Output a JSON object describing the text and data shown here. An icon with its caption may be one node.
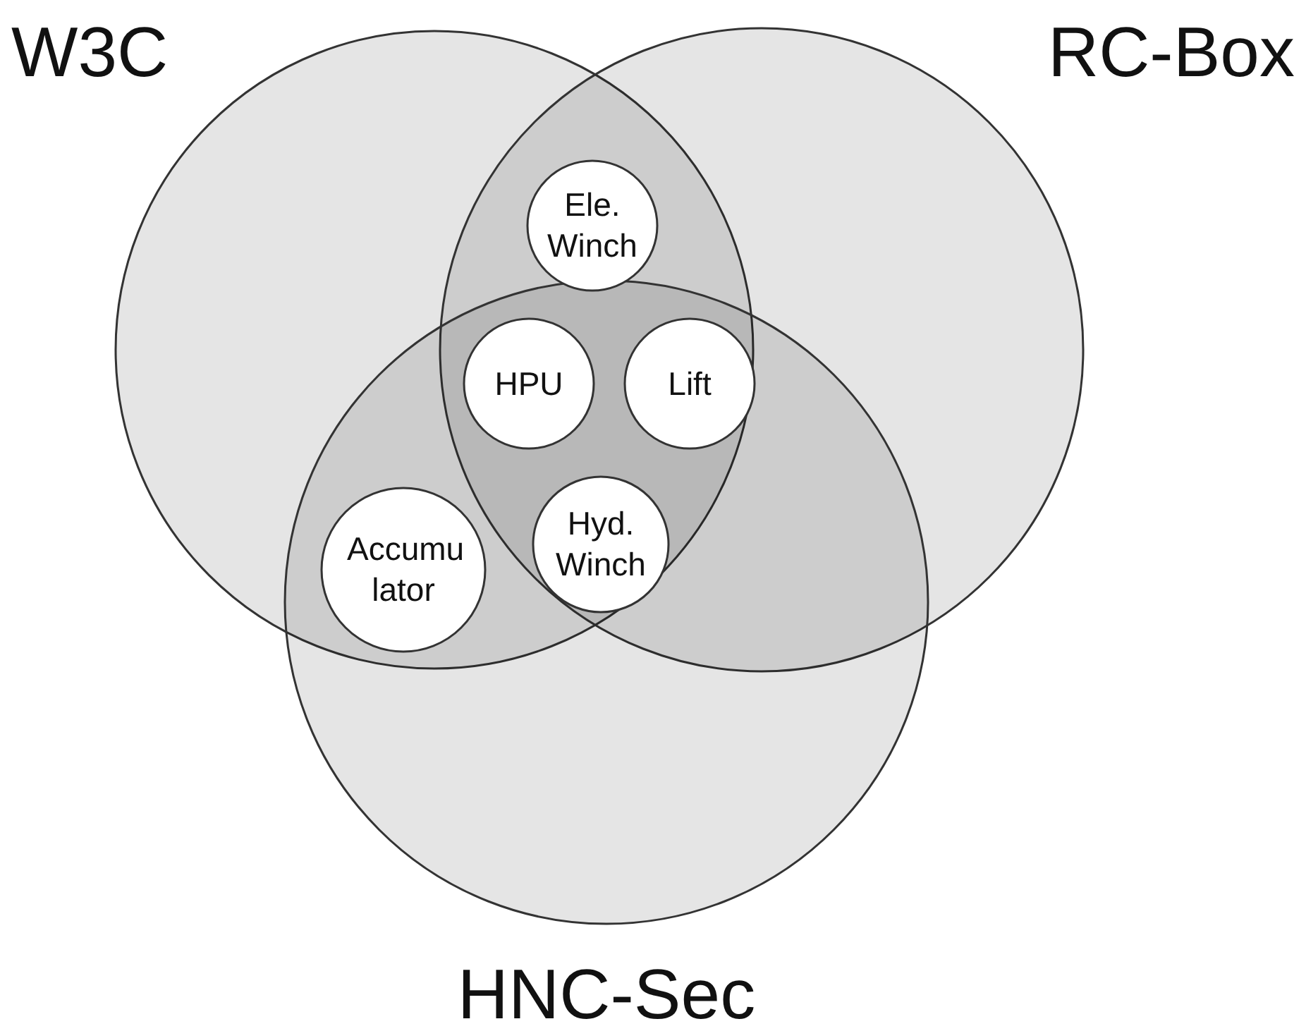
{
  "diagram": {
    "nodes": [
      {
        "text": [
          "W3C"
        ]
      },
      {
        "text": [
          "RC-Box"
        ]
      },
      {
        "text": [
          "HNC-Sec"
        ]
      },
      {
        "text": [
          "Ele. Winch"
        ]
      },
      {
        "text": [
          "HPU"
        ]
      },
      {
        "text": [
          "Lift"
        ]
      },
      {
        "text": [
          "Accumu lator"
        ]
      },
      {
        "text": [
          "Hyd. Winch"
        ]
      }
    ]
  }
}
